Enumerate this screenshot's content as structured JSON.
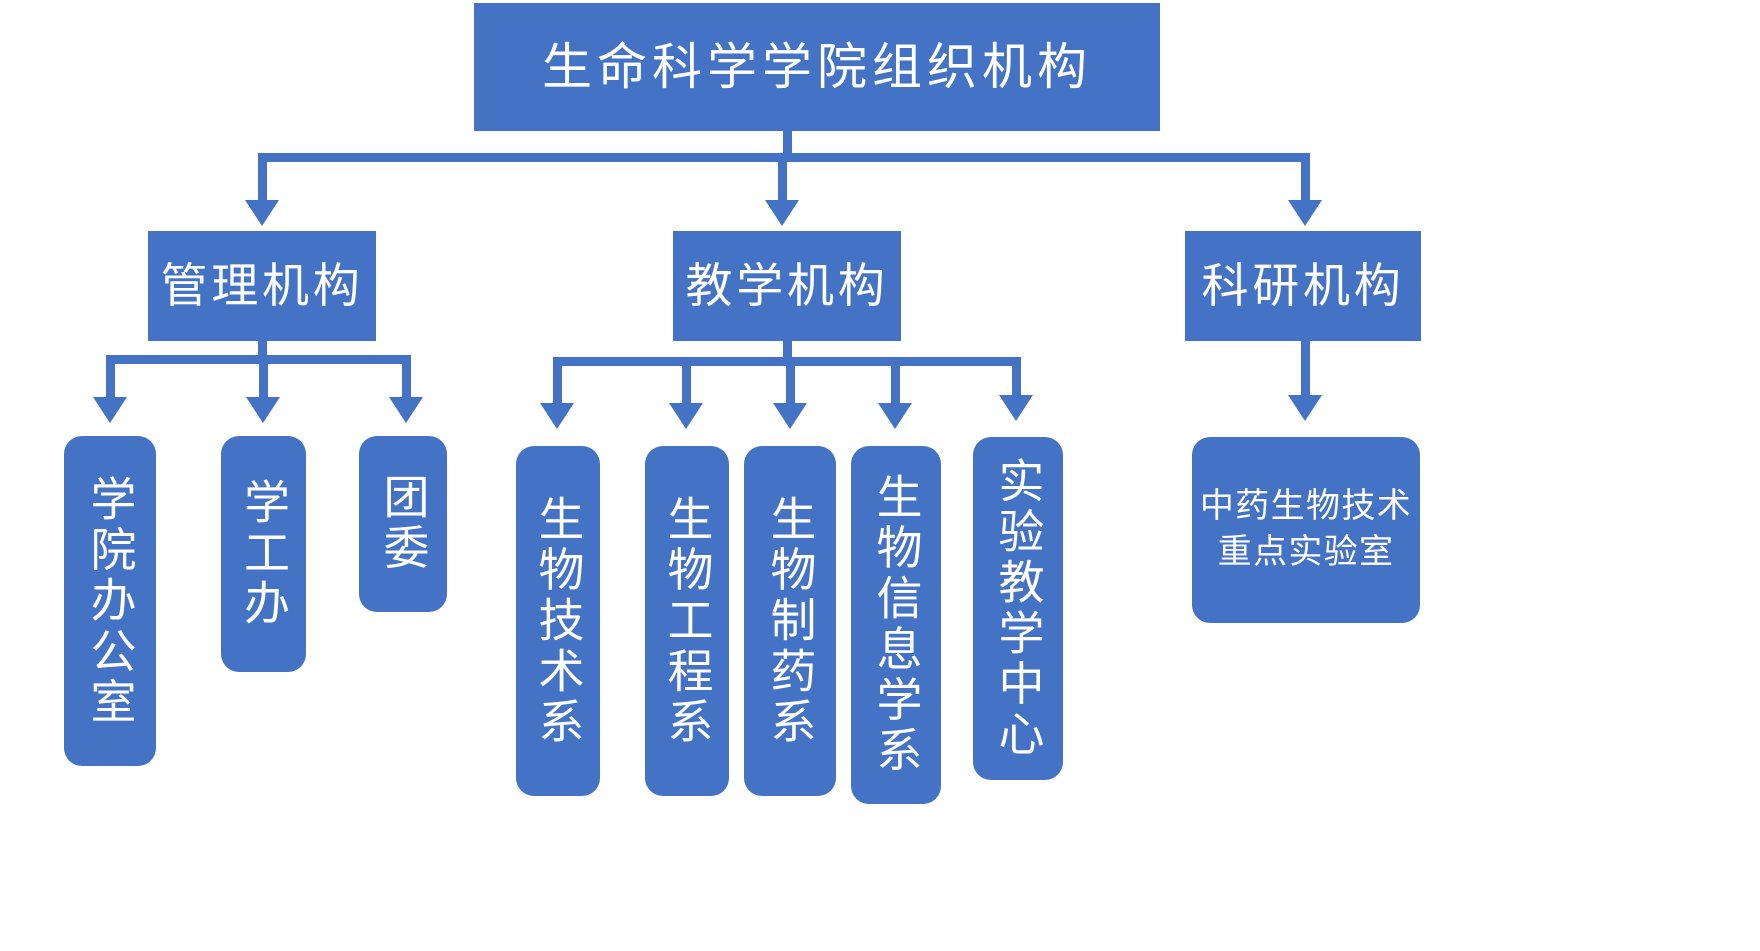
{
  "diagram": {
    "title": "生命科学学院组织机构",
    "type": "organizational-chart",
    "accent_color": "#4472C4",
    "background_color": "#FFFFFF",
    "text_color": "#FFFFFF",
    "root": {
      "label": "生命科学学院组织机构"
    },
    "branches": [
      {
        "label": "管理机构",
        "children": [
          {
            "label": "学院办公室"
          },
          {
            "label": "学工办"
          },
          {
            "label": "团委"
          }
        ]
      },
      {
        "label": "教学机构",
        "children": [
          {
            "label": "生物技术系"
          },
          {
            "label": "生物工程系"
          },
          {
            "label": "生物制药系"
          },
          {
            "label": "生物信息学系"
          },
          {
            "label": "实验教学中心"
          }
        ]
      },
      {
        "label": "科研机构",
        "children": [
          {
            "label": "中药生物技术重点实验室"
          }
        ]
      }
    ]
  }
}
